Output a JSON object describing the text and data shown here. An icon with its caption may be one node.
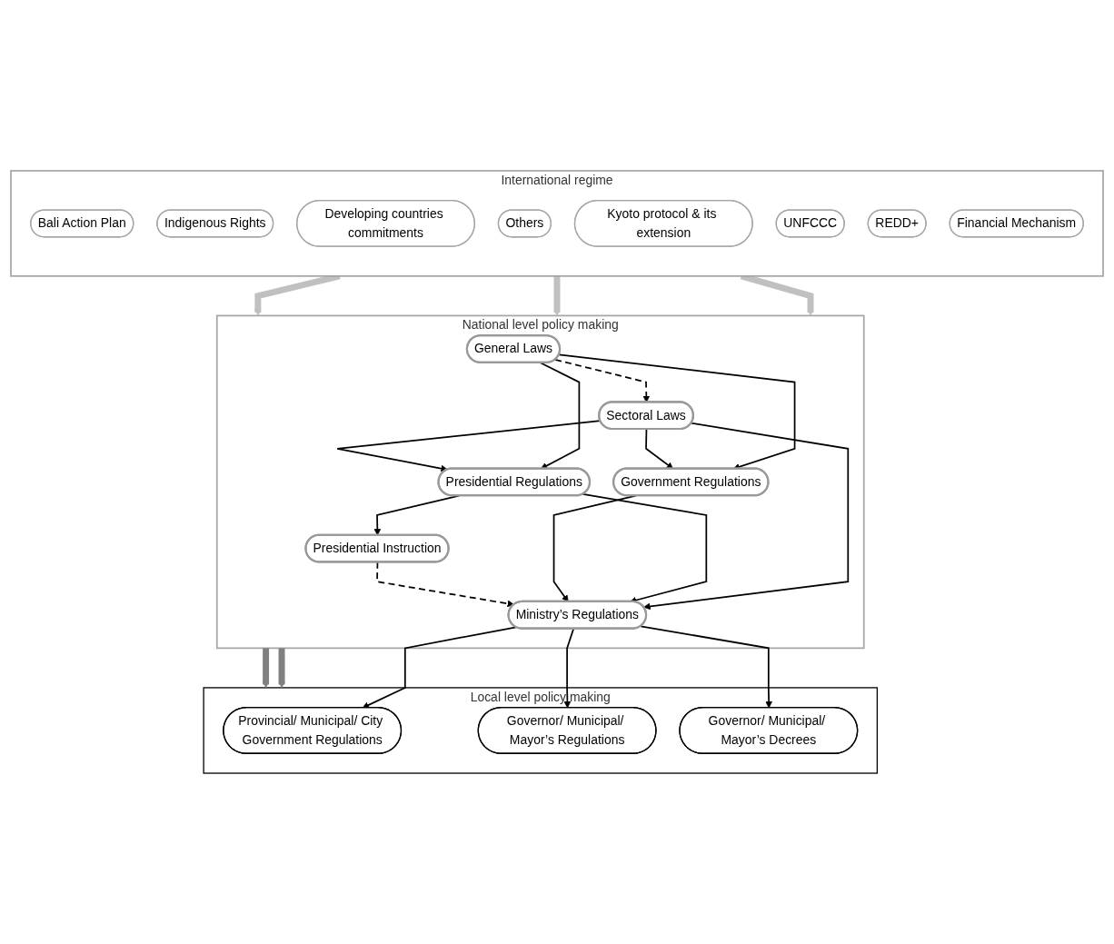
{
  "diagram": {
    "nodes": [
      {
        "text": [
          "International regime"
        ]
      },
      {
        "text": [
          "Bali Action Plan"
        ],
        "in": 0
      },
      {
        "text": [
          "Indigenous Rights"
        ],
        "in": 0
      },
      {
        "text": [
          "Developing countries commitments"
        ],
        "in": 0
      },
      {
        "text": [
          "Others"
        ],
        "in": 0
      },
      {
        "text": [
          "Kyoto protocol & its extension"
        ],
        "in": 0
      },
      {
        "text": [
          "UNFCCC"
        ],
        "in": 0
      },
      {
        "text": [
          "REDD+"
        ],
        "in": 0
      },
      {
        "text": [
          "Financial Mechanism"
        ],
        "in": 0
      },
      {
        "text": [
          "National level policy making"
        ]
      },
      {
        "text": [
          "General Laws"
        ],
        "in": 9
      },
      {
        "text": [
          "Sectoral Laws"
        ],
        "in": 9
      },
      {
        "text": [
          "Government Regulations"
        ],
        "in": 9
      },
      {
        "text": [
          "Presidential Regulations"
        ],
        "in": 9
      },
      {
        "text": [
          "Presidential Instruction"
        ],
        "in": 9
      },
      {
        "text": [
          "Ministry’s Regulations"
        ],
        "in": 9
      },
      {
        "text": [
          "Local level policy making"
        ]
      },
      {
        "text": [
          "Provincial/ Municipal/ City Government Regulations"
        ],
        "in": 16
      },
      {
        "text": [
          "Governor/ Municipal/ Mayor’s Regulations"
        ],
        "in": 16
      },
      {
        "text": [
          "Governor/ Municipal/ Mayor’s Decrees"
        ],
        "in": 16
      }
    ],
    "edges": [
      {
        "from": 0,
        "to": 9,
        "arrow": "to",
        "style": "thick",
        "color": "#c0c0c0"
      },
      {
        "from": 0,
        "to": 9,
        "arrow": "to",
        "style": "thick",
        "color": "#c0c0c0"
      },
      {
        "from": 0,
        "to": 9,
        "arrow": "to",
        "style": "thick",
        "color": "#c0c0c0"
      },
      {
        "from": 10,
        "to": 11,
        "arrow": "to",
        "style": "dashed"
      },
      {
        "from": 10,
        "to": 13,
        "arrow": "to"
      },
      {
        "from": 10,
        "to": 12,
        "arrow": "to"
      },
      {
        "from": 11,
        "to": 13,
        "arrow": "to"
      },
      {
        "from": 11,
        "to": 15,
        "arrow": "to"
      },
      {
        "from": 11,
        "to": 12,
        "arrow": "to"
      },
      {
        "from": 13,
        "to": 14,
        "arrow": "to"
      },
      {
        "from": 13,
        "to": 15,
        "arrow": "to"
      },
      {
        "from": 12,
        "to": 15,
        "arrow": "to"
      },
      {
        "from": 14,
        "to": 15,
        "arrow": "to",
        "style": "dashed"
      },
      {
        "from": 9,
        "to": 16,
        "arrow": "to",
        "style": "thick",
        "color": "#808080"
      },
      {
        "from": 9,
        "to": 16,
        "arrow": "to",
        "style": "thick",
        "color": "#808080"
      },
      {
        "from": 15,
        "to": 17,
        "arrow": "to"
      },
      {
        "from": 15,
        "to": 18,
        "arrow": "to"
      },
      {
        "from": 15,
        "to": 19,
        "arrow": "to"
      }
    ]
  }
}
